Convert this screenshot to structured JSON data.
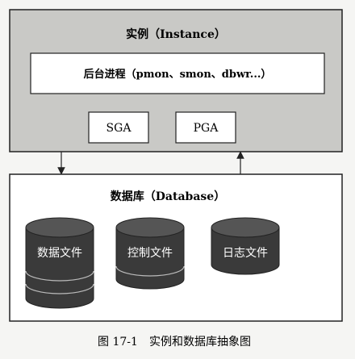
{
  "instance": {
    "title": "实例（Instance）",
    "background_process": "后台进程（pmon、smon、dbwr...）",
    "sga": "SGA",
    "pga": "PGA"
  },
  "database": {
    "title": "数据库（Database）",
    "files": [
      {
        "label": "数据文件"
      },
      {
        "label": "控制文件"
      },
      {
        "label": "日志文件"
      }
    ]
  },
  "caption": "图 17-1　实例和数据库抽象图",
  "colors": {
    "instance_fill": "#c9c9c6",
    "cylinder_fill": "#3a3a3a",
    "cylinder_text": "#ffffff",
    "stroke": "#222222"
  }
}
